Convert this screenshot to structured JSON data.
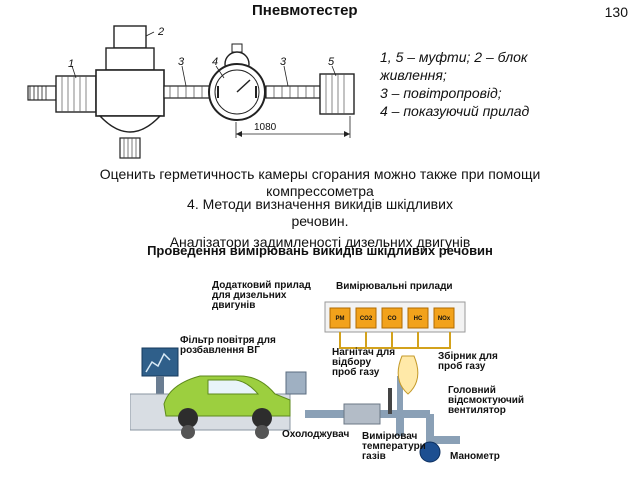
{
  "header": {
    "title": "Пневмотестер",
    "page_number": "130"
  },
  "diagram_top": {
    "callouts": [
      "1",
      "2",
      "3",
      "4",
      "3",
      "5"
    ],
    "dimension": "1080"
  },
  "legend": {
    "line1": "1, 5 – муфти; 2 – блок",
    "line2": "живлення;",
    "line3": "3 – повітропровід;",
    "line4": "4 – показуючий прилад"
  },
  "body": {
    "paragraph1": "Оценить герметичность камеры сгорания можно также при помощи компрессометра",
    "heading": "4. Методи визначення викидів шкідливих речовин.",
    "subheading1": "Аналізатори задимленості дизельних двигунів",
    "subheading2": "Проведення вимірювань викидів шкідливих речовин"
  },
  "diagram_bottom": {
    "labels": {
      "extra_device": "Додатковий прилад для дизельних двигунів",
      "instruments": "Вимірювальні прилади",
      "air_filter": "Фільтр повітря для розбавлення ВГ",
      "blower": "Нагнітач для відбору проб газу",
      "collector": "Збірник для проб газу",
      "main_fan": "Головний відсмоктуючий вентилятор",
      "cooler": "Охолоджувач",
      "temp_meter": "Вимірювач температури газів",
      "manometer": "Манометр"
    },
    "analyzers": [
      "PM",
      "CO2",
      "CO",
      "HC",
      "NOx"
    ]
  }
}
